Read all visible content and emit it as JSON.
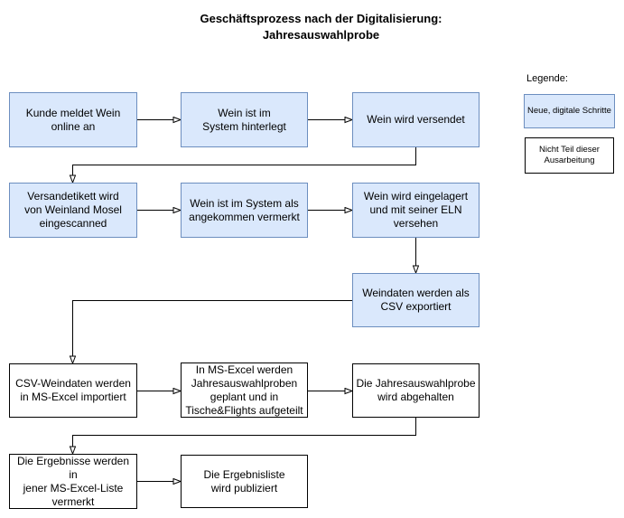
{
  "title": "Geschäftsprozess nach der Digitalisierung:\nJahresauswahlprobe",
  "legend": {
    "heading": "Legende:",
    "items": [
      {
        "label": "Neue, digitale Schritte",
        "style": "digital"
      },
      {
        "label": "Nicht Teil dieser\nAusarbeitung",
        "style": "excluded"
      }
    ]
  },
  "colors": {
    "digital_fill": "#dae8fc",
    "digital_border": "#6c8ebf",
    "excluded_fill": "#ffffff",
    "excluded_border": "#000000",
    "connector": "#000000",
    "text": "#000000"
  },
  "flow": {
    "boxes": [
      {
        "id": "kunde-meldet-wein-online-an",
        "style": "digital",
        "label": "Kunde meldet Wein\nonline an"
      },
      {
        "id": "wein-ist-im-system-hinterlegt",
        "style": "digital",
        "label": "Wein ist im\nSystem hinterlegt"
      },
      {
        "id": "wein-wird-versendet",
        "style": "digital",
        "label": "Wein wird versendet"
      },
      {
        "id": "versandetikett-eingescanned",
        "style": "digital",
        "label": "Versandetikett wird\nvon Weinland Mosel\neingescanned"
      },
      {
        "id": "wein-als-angekommen-vermerkt",
        "style": "digital",
        "label": "Wein ist im System als\nangekommen vermerkt"
      },
      {
        "id": "wein-eingelagert-mit-eln",
        "style": "digital",
        "label": "Wein wird eingelagert\nund mit seiner ELN\nversehen"
      },
      {
        "id": "weindaten-als-csv-exportiert",
        "style": "digital",
        "label": "Weindaten werden als\nCSV exportiert"
      },
      {
        "id": "csv-weindaten-in-excel-importiert",
        "style": "excluded",
        "label": "CSV-Weindaten werden\nin MS-Excel importiert"
      },
      {
        "id": "excel-jahresauswahlproben-geplant",
        "style": "excluded",
        "label": "In MS-Excel werden\nJahresauswahlproben\ngeplant und in\nTische&Flights aufgeteilt"
      },
      {
        "id": "jahresauswahlprobe-abgehalten",
        "style": "excluded",
        "label": "Die Jahresauswahlprobe\nwird abgehalten"
      },
      {
        "id": "ergebnisse-in-excel-liste-vermerkt",
        "style": "excluded",
        "label": "Die Ergebnisse werden in\njener MS-Excel-Liste\nvermerkt"
      },
      {
        "id": "ergebnisliste-publiziert",
        "style": "excluded",
        "label": "Die Ergebnisliste\nwird publiziert"
      }
    ]
  }
}
